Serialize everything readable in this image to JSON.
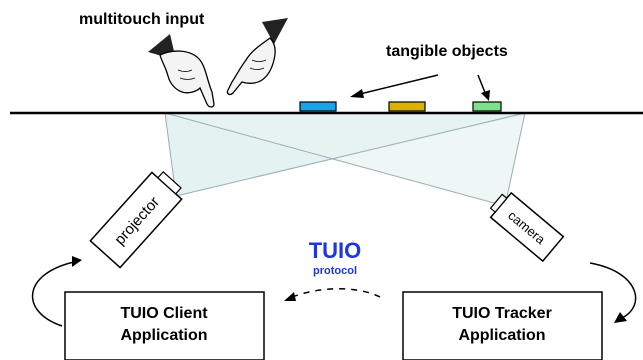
{
  "labels": {
    "multitouch_input": "multitouch input",
    "tangible_objects": "tangible objects",
    "projector": "projector",
    "camera": "camera",
    "tuio": "TUIO",
    "protocol": "protocol",
    "client_line1": "TUIO Client",
    "client_line2": "Application",
    "tracker_line1": "TUIO Tracker",
    "tracker_line2": "Application"
  },
  "colors": {
    "tuio_blue": "#1e35e0",
    "token_blue": "#1aa3e8",
    "token_yellow": "#d9b300",
    "token_green": "#7fe08a",
    "projection_fill": "#dff0ee",
    "projection_edge": "#9aaeb0",
    "line": "#000000"
  },
  "tokens": [
    {
      "name": "blue",
      "color_key": "token_blue"
    },
    {
      "name": "yellow",
      "color_key": "token_yellow"
    },
    {
      "name": "green",
      "color_key": "token_green"
    }
  ]
}
